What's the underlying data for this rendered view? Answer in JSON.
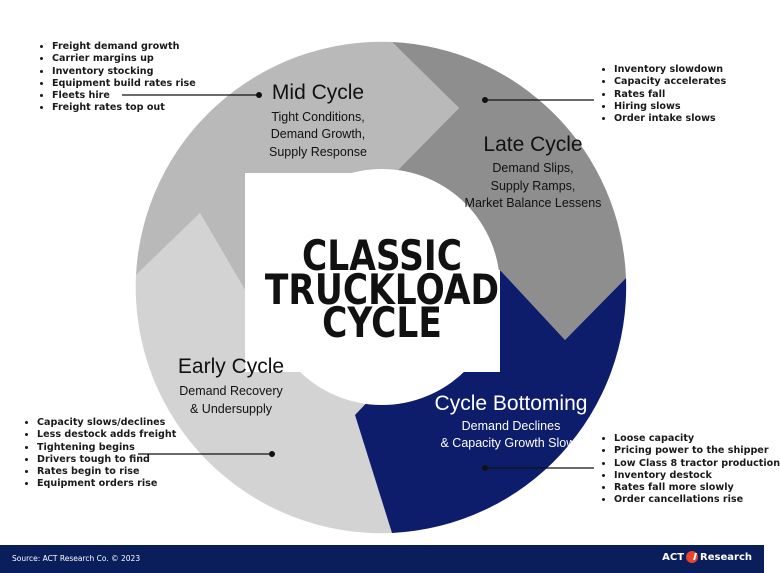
{
  "center": {
    "line1": "CLASSIC",
    "line2": "TRUCKLOAD",
    "line3": "CYCLE"
  },
  "phases": [
    {
      "id": "mid",
      "title": "Mid Cycle",
      "subtitle": [
        "Tight Conditions,",
        "Demand Growth,",
        "Supply Response"
      ],
      "color": "#b9b9b9",
      "bullets": [
        "Freight demand growth",
        "Carrier margins up",
        "Inventory stocking",
        "Equipment build rates rise",
        "Fleets hire",
        "Freight rates top out"
      ]
    },
    {
      "id": "late",
      "title": "Late Cycle",
      "subtitle": [
        "Demand Slips,",
        "Supply Ramps,",
        "Market Balance Lessens"
      ],
      "color": "#8e8e8e",
      "bullets": [
        "Inventory slowdown",
        "Capacity accelerates",
        "Rates fall",
        "Hiring slows",
        "Order intake slows"
      ]
    },
    {
      "id": "bottom",
      "title": "Cycle Bottoming",
      "subtitle": [
        "Demand Declines",
        "& Capacity Growth Slows"
      ],
      "color": "#0d1d6b",
      "bullets": [
        "Loose capacity",
        "Pricing power to the shipper",
        "Low Class 8 tractor production",
        "Inventory destock",
        "Rates fall more slowly",
        "Order cancellations rise"
      ]
    },
    {
      "id": "early",
      "title": "Early Cycle",
      "subtitle": [
        "Demand Recovery",
        "& Undersupply"
      ],
      "color": "#d3d3d3",
      "bullets": [
        "Capacity slows/declines",
        "Less destock adds freight",
        "Tightening begins",
        "Drivers tough to find",
        "Rates begin to rise",
        "Equipment orders rise"
      ]
    }
  ],
  "footer": {
    "source": "Source: ACT Research Co.  © 2023",
    "logo_left": "ACT",
    "logo_right": "Research"
  }
}
